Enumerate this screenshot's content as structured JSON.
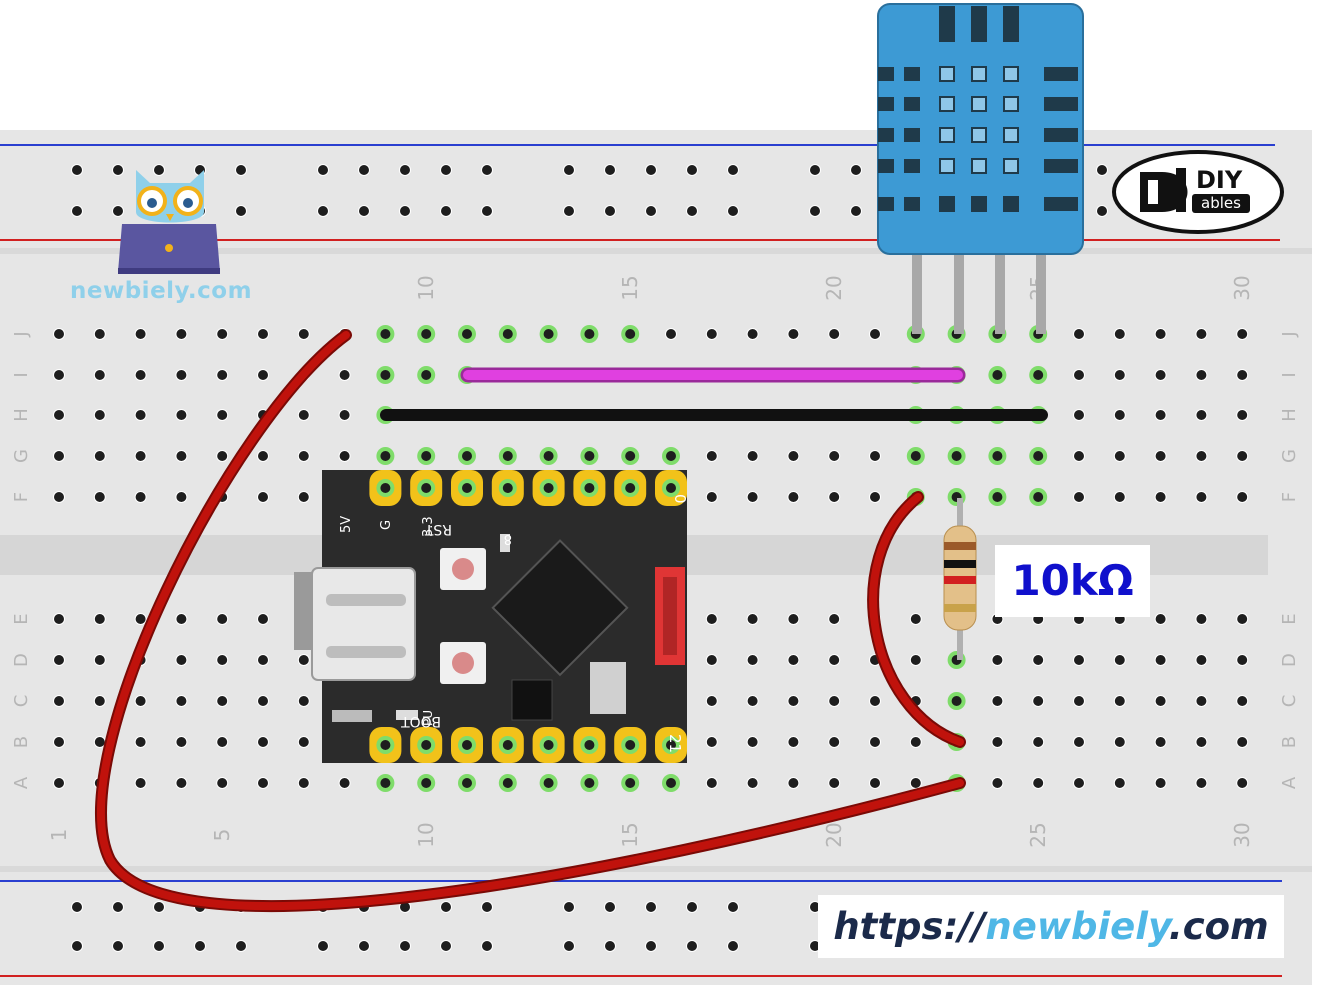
{
  "brand": {
    "name": "newbiely.com",
    "url_prefix": "https://",
    "url_name": "newbiely",
    "url_suffix": ".com"
  },
  "logo": {
    "top": "DIY",
    "bottom": "ables"
  },
  "breadboard": {
    "column_numbers_top": [
      "10",
      "15",
      "20",
      "25",
      "30"
    ],
    "column_numbers_bottom": [
      "1",
      "5",
      "10",
      "15",
      "20",
      "25",
      "30"
    ],
    "row_letters_top": [
      "J",
      "I",
      "H",
      "G",
      "F"
    ],
    "row_letters_bottom": [
      "E",
      "D",
      "C",
      "B",
      "A"
    ]
  },
  "board": {
    "silk_5v": "5V",
    "silk_g": "G",
    "silk_33": "3.3",
    "silk_rst": "RST",
    "silk_8": "8",
    "silk_pu": "PU",
    "silk_boot": "BOOT",
    "silk_0": "0",
    "silk_21": "21"
  },
  "resistor": {
    "label": "10kΩ"
  },
  "colors": {
    "wire_red": "#c0120c",
    "wire_magenta": "#e040e0",
    "wire_black": "#111111",
    "sensor_blue": "#3d9ad4",
    "breadboard": "#e6e6e6",
    "rail_red": "#d12020",
    "rail_blue": "#2a3fd0",
    "board": "#2b2b2b",
    "pad_gold": "#f2c21a",
    "hole_green": "#7fdc6a",
    "url_dark": "#1b2a4a",
    "url_light": "#4fb7e6",
    "resistor_label": "#1010cc"
  }
}
